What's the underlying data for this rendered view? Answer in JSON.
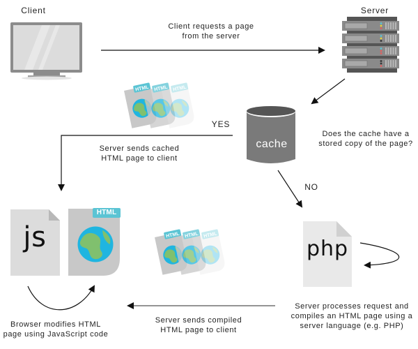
{
  "nodes": {
    "client": {
      "label": "Client",
      "icon": "monitor-icon"
    },
    "server": {
      "label": "Server",
      "icon": "server-rack-icon"
    },
    "cache": {
      "label": "cache",
      "icon": "database-cylinder-icon"
    },
    "php": {
      "label": "php",
      "icon": "php-file-icon"
    },
    "js": {
      "label": "js",
      "icon": "js-file-icon"
    },
    "html_page": {
      "badge": "HTML",
      "icon": "html-file-globe-icon"
    }
  },
  "edges": {
    "client_to_server": "Client requests a page\nfrom the server",
    "cache_question": "Does the cache have a\nstored copy of the page?",
    "yes_label": "YES",
    "no_label": "NO",
    "cached_to_client": "Server sends cached\nHTML page to client",
    "php_process": "Server processes request and\ncompiles an HTML page using a\nserver language (e.g. PHP)",
    "compiled_to_client": "Server sends compiled\nHTML page to client",
    "browser_modifies": "Browser modifies HTML\npage using JavaScript code"
  },
  "html_stacks": {
    "badge": "HTML",
    "count": 3
  },
  "colors": {
    "teal": "#5bc4d4",
    "globe_blue": "#1fb5e0",
    "globe_green": "#80c06e",
    "doc_gray": "#c8c8c8",
    "doc_light": "#e2e2e2",
    "cache_gray": "#7a7a7a",
    "cache_top": "#555555",
    "server_dark": "#555555",
    "server_unit": "#8a8a8a"
  }
}
